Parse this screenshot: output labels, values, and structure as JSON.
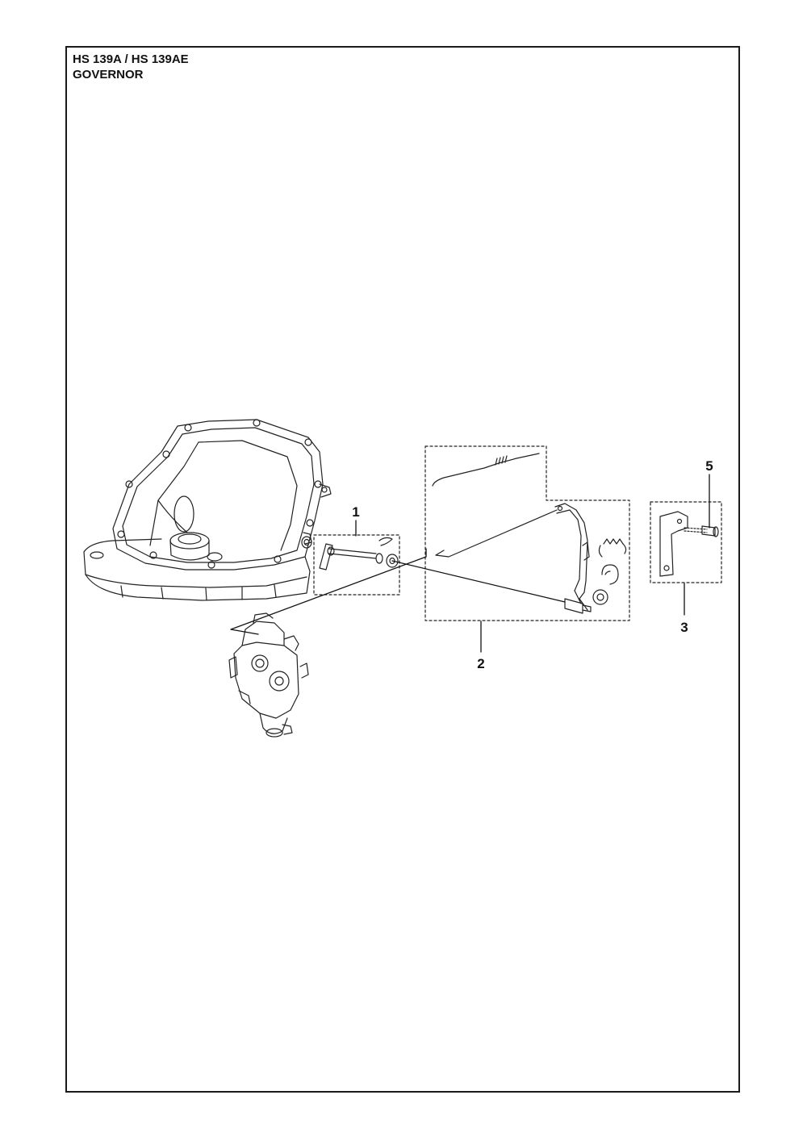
{
  "page": {
    "model": "HS 139A / HS 139AE",
    "section": "GOVERNOR"
  },
  "callouts": [
    {
      "number": "1"
    },
    {
      "number": "2"
    },
    {
      "number": "3"
    },
    {
      "number": "5"
    }
  ]
}
